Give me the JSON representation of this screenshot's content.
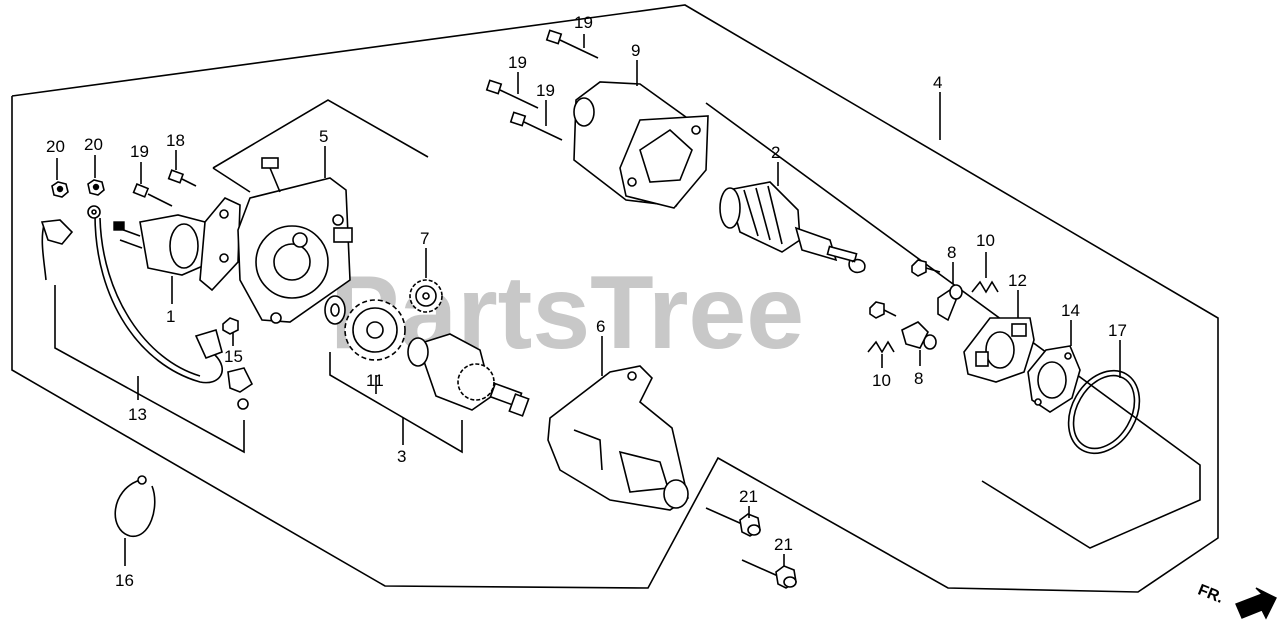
{
  "watermark": "PartsTree",
  "direction_label": "FR.",
  "callouts": {
    "c1": "1",
    "c2": "2",
    "c3": "3",
    "c4": "4",
    "c5": "5",
    "c6": "6",
    "c7": "7",
    "c8a": "8",
    "c8b": "8",
    "c9": "9",
    "c10a": "10",
    "c10b": "10",
    "c11": "11",
    "c12": "12",
    "c13": "13",
    "c14": "14",
    "c15": "15",
    "c16": "16",
    "c17": "17",
    "c18": "18",
    "c19a": "19",
    "c19b": "19",
    "c19c": "19",
    "c19d": "19",
    "c20a": "20",
    "c20b": "20",
    "c21a": "21",
    "c21b": "21"
  }
}
